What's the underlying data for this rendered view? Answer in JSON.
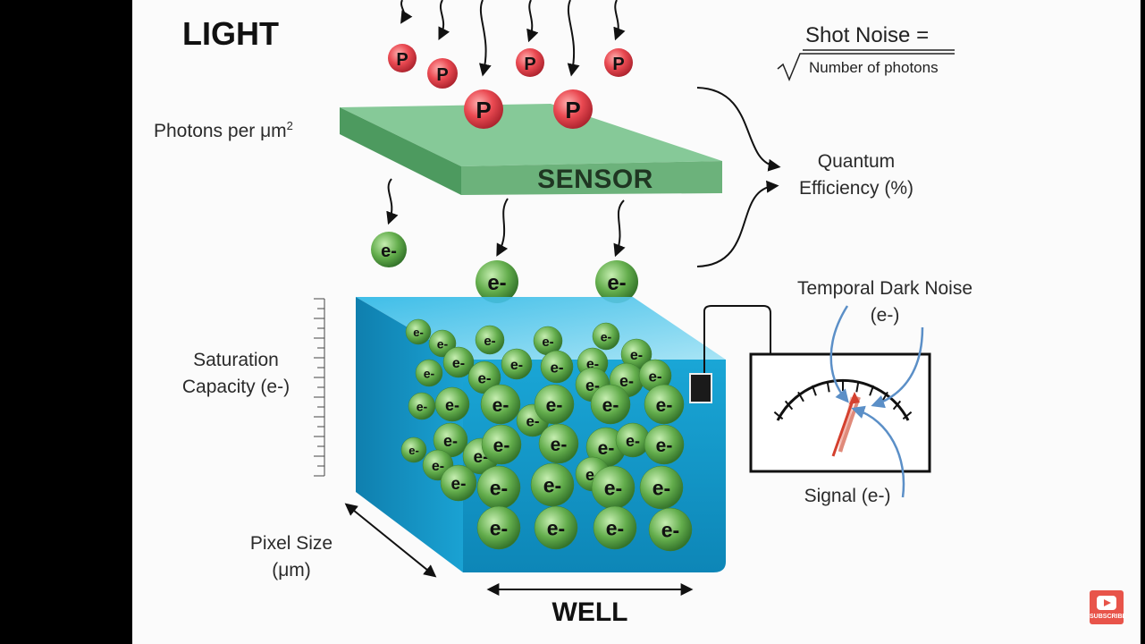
{
  "diagram": {
    "title": "LIGHT",
    "shot_noise": {
      "label": "Shot Noise =",
      "denominator": "Number of photons"
    },
    "photons_label": "Photons per μm",
    "photons_superscript": "2",
    "photon_symbol": "P",
    "electron_symbol": "e-",
    "sensor_label": "SENSOR",
    "quantum_efficiency": [
      "Quantum",
      "Efficiency (%)"
    ],
    "saturation_capacity": [
      "Saturation",
      "Capacity (e-)"
    ],
    "temporal_dark_noise": [
      "Temporal Dark Noise",
      "(e-)"
    ],
    "signal_label": "Signal (e-)",
    "pixel_size": [
      "Pixel Size",
      "(μm)"
    ],
    "well_label": "WELL",
    "subscribe_label": "SUBSCRIBE"
  },
  "colors": {
    "background": "#fbfbfb",
    "photon_red": "#e23a44",
    "electron_green": "#4f9f3a",
    "sensor_green": "#6fbb85",
    "well_blue": "#1898c8",
    "arrow_blue": "#5b8fc7",
    "needle_red": "#d4402e"
  }
}
